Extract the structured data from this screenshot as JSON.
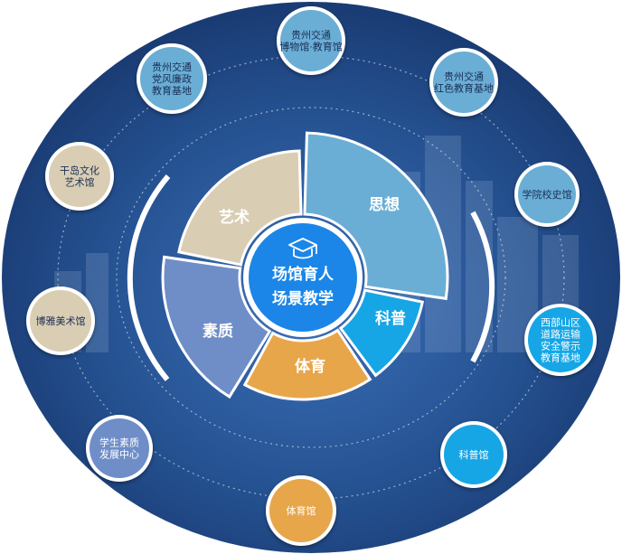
{
  "center": {
    "line1": "场馆育人",
    "line2": "场景教学",
    "icon": "graduation-cap-icon"
  },
  "segments": [
    {
      "label": "思想",
      "color": "#6aaed6"
    },
    {
      "label": "科普",
      "color": "#16a6e6"
    },
    {
      "label": "体育",
      "color": "#e8a64a"
    },
    {
      "label": "素质",
      "color": "#6f8ec8"
    },
    {
      "label": "艺术",
      "color": "#d9cdb4"
    }
  ],
  "nodes": [
    {
      "lines": [
        "贵州交通",
        "博物馆·教育馆"
      ],
      "color": "#6aaed6",
      "text_color": "#1a2e55"
    },
    {
      "lines": [
        "贵州交通",
        "红色教育基地"
      ],
      "color": "#6aaed6",
      "text_color": "#1a2e55"
    },
    {
      "lines": [
        "学院校史馆"
      ],
      "color": "#6aaed6",
      "text_color": "#1a2e55"
    },
    {
      "lines": [
        "西部山区",
        "道路运输",
        "安全警示",
        "教育基地"
      ],
      "color": "#16a6e6",
      "text_color": "#ffffff"
    },
    {
      "lines": [
        "科普馆"
      ],
      "color": "#16a6e6",
      "text_color": "#ffffff"
    },
    {
      "lines": [
        "体育馆"
      ],
      "color": "#e8a64a",
      "text_color": "#ffffff"
    },
    {
      "lines": [
        "学生素质",
        "发展中心"
      ],
      "color": "#6f8ec8",
      "text_color": "#ffffff"
    },
    {
      "lines": [
        "博雅美术馆"
      ],
      "color": "#d9cdb4",
      "text_color": "#1a2e55"
    },
    {
      "lines": [
        "干岛文化",
        "艺术馆"
      ],
      "color": "#d9cdb4",
      "text_color": "#1a2e55"
    },
    {
      "lines": [
        "贵州交通",
        "党风廉政",
        "教育基地"
      ],
      "color": "#6aaed6",
      "text_color": "#1a2e55"
    }
  ],
  "colors": {
    "background_outer": "#1e3f7a",
    "background_inner": "#2c5aa0",
    "center_fill": "#1b86e8",
    "ring_stroke": "#ffffff"
  }
}
